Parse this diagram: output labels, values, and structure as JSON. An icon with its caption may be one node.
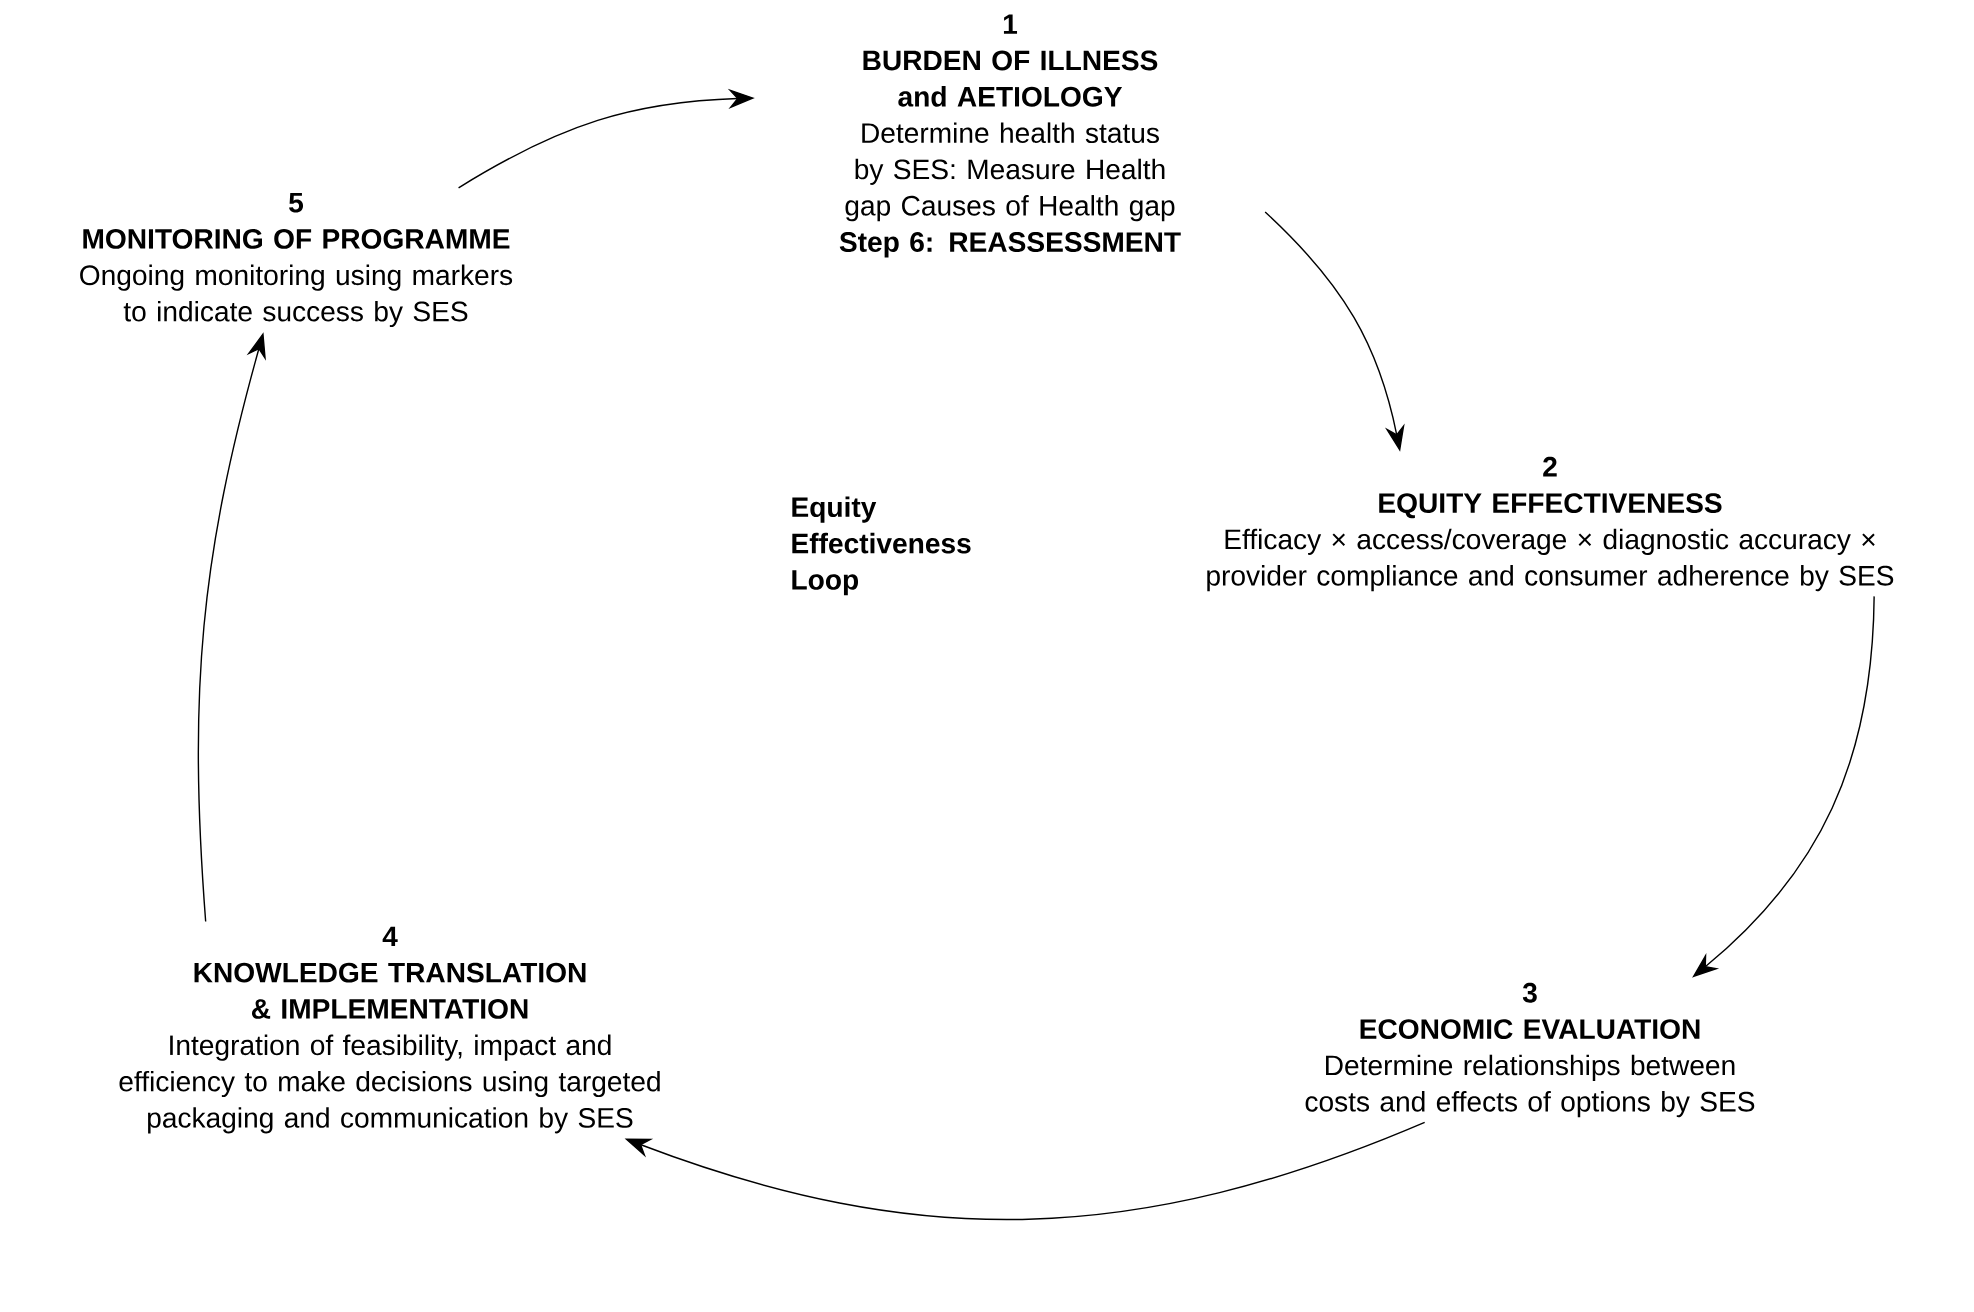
{
  "diagram": {
    "nodes": [
      {
        "text": [
          "1",
          "BURDEN OF ILLNESS and AETIOLOGY",
          "Determine health status by SES: Measure Health gap Causes of Health gap",
          "Step 6:  REASSESSMENT"
        ]
      },
      {
        "text": [
          "2",
          "EQUITY EFFECTIVENESS",
          "Efficacy × access/coverage × diagnostic accuracy × provider compliance and consumer adherence by SES"
        ]
      },
      {
        "text": [
          "3",
          "ECONOMIC EVALUATION",
          "Determine relationships between costs and effects of options by SES"
        ]
      },
      {
        "text": [
          "4",
          "KNOWLEDGE TRANSLATION & IMPLEMENTATION",
          "Integration of feasibility, impact and efficiency to make decisions using targeted packaging and communication by SES"
        ]
      },
      {
        "text": [
          "5",
          "MONITORING OF PROGRAMME",
          "Ongoing monitoring using markers to indicate success by SES"
        ]
      }
    ],
    "edges": [
      {
        "from": 0,
        "to": 1,
        "arrow": "to"
      },
      {
        "from": 1,
        "to": 2,
        "arrow": "to"
      },
      {
        "from": 2,
        "to": 3,
        "arrow": "to"
      },
      {
        "from": 3,
        "to": 4,
        "arrow": "to"
      },
      {
        "from": 4,
        "to": 0,
        "arrow": "to"
      }
    ],
    "labels": [
      "Equity Effectiveness Loop"
    ]
  }
}
